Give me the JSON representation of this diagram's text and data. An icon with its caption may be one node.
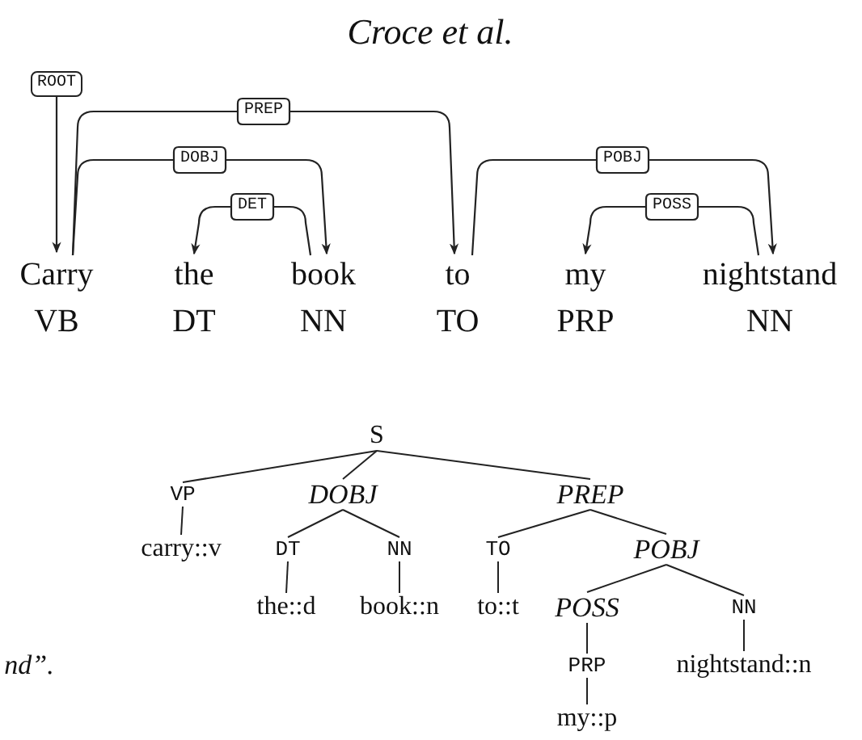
{
  "diagram": {
    "title": "Croce et al.",
    "nodes": [
      {
        "text": [
          "ROOT"
        ]
      },
      {
        "text": [
          "Carry",
          "VB"
        ]
      },
      {
        "text": [
          "the",
          "DT"
        ]
      },
      {
        "text": [
          "book",
          "NN"
        ]
      },
      {
        "text": [
          "to",
          "TO"
        ]
      },
      {
        "text": [
          "my",
          "PRP"
        ]
      },
      {
        "text": [
          "nightstand",
          "NN"
        ]
      },
      {
        "text": [
          "S"
        ]
      },
      {
        "text": [
          "VP"
        ]
      },
      {
        "text": [
          "carry::v"
        ]
      },
      {
        "text": [
          "DOBJ"
        ]
      },
      {
        "text": [
          "DT"
        ]
      },
      {
        "text": [
          "NN"
        ]
      },
      {
        "text": [
          "the::d"
        ]
      },
      {
        "text": [
          "book::n"
        ]
      },
      {
        "text": [
          "PREP"
        ]
      },
      {
        "text": [
          "TO"
        ]
      },
      {
        "text": [
          "to::t"
        ]
      },
      {
        "text": [
          "POBJ"
        ]
      },
      {
        "text": [
          "POSS"
        ]
      },
      {
        "text": [
          "PRP"
        ]
      },
      {
        "text": [
          "my::p"
        ]
      },
      {
        "text": [
          "NN"
        ]
      },
      {
        "text": [
          "nightstand::n"
        ]
      }
    ],
    "edges": [
      {
        "from": 0,
        "to": 1,
        "arrow": "to"
      },
      {
        "from": 1,
        "to": 4,
        "arrow": "to",
        "label": "PREP"
      },
      {
        "from": 1,
        "to": 3,
        "arrow": "to",
        "label": "DOBJ"
      },
      {
        "from": 3,
        "to": 2,
        "arrow": "to",
        "label": "DET"
      },
      {
        "from": 4,
        "to": 6,
        "arrow": "to",
        "label": "POBJ"
      },
      {
        "from": 6,
        "to": 5,
        "arrow": "to",
        "label": "POSS"
      },
      {
        "from": 7,
        "to": 8,
        "arrow": "none"
      },
      {
        "from": 7,
        "to": 10,
        "arrow": "none"
      },
      {
        "from": 7,
        "to": 15,
        "arrow": "none"
      },
      {
        "from": 8,
        "to": 9,
        "arrow": "none"
      },
      {
        "from": 10,
        "to": 11,
        "arrow": "none"
      },
      {
        "from": 10,
        "to": 12,
        "arrow": "none"
      },
      {
        "from": 11,
        "to": 13,
        "arrow": "none"
      },
      {
        "from": 12,
        "to": 14,
        "arrow": "none"
      },
      {
        "from": 15,
        "to": 16,
        "arrow": "none"
      },
      {
        "from": 15,
        "to": 18,
        "arrow": "none"
      },
      {
        "from": 16,
        "to": 17,
        "arrow": "none"
      },
      {
        "from": 18,
        "to": 19,
        "arrow": "none"
      },
      {
        "from": 18,
        "to": 22,
        "arrow": "none"
      },
      {
        "from": 19,
        "to": 20,
        "arrow": "none"
      },
      {
        "from": 20,
        "to": 21,
        "arrow": "none"
      },
      {
        "from": 22,
        "to": 23,
        "arrow": "none"
      }
    ],
    "labels": [
      "nd”."
    ]
  }
}
